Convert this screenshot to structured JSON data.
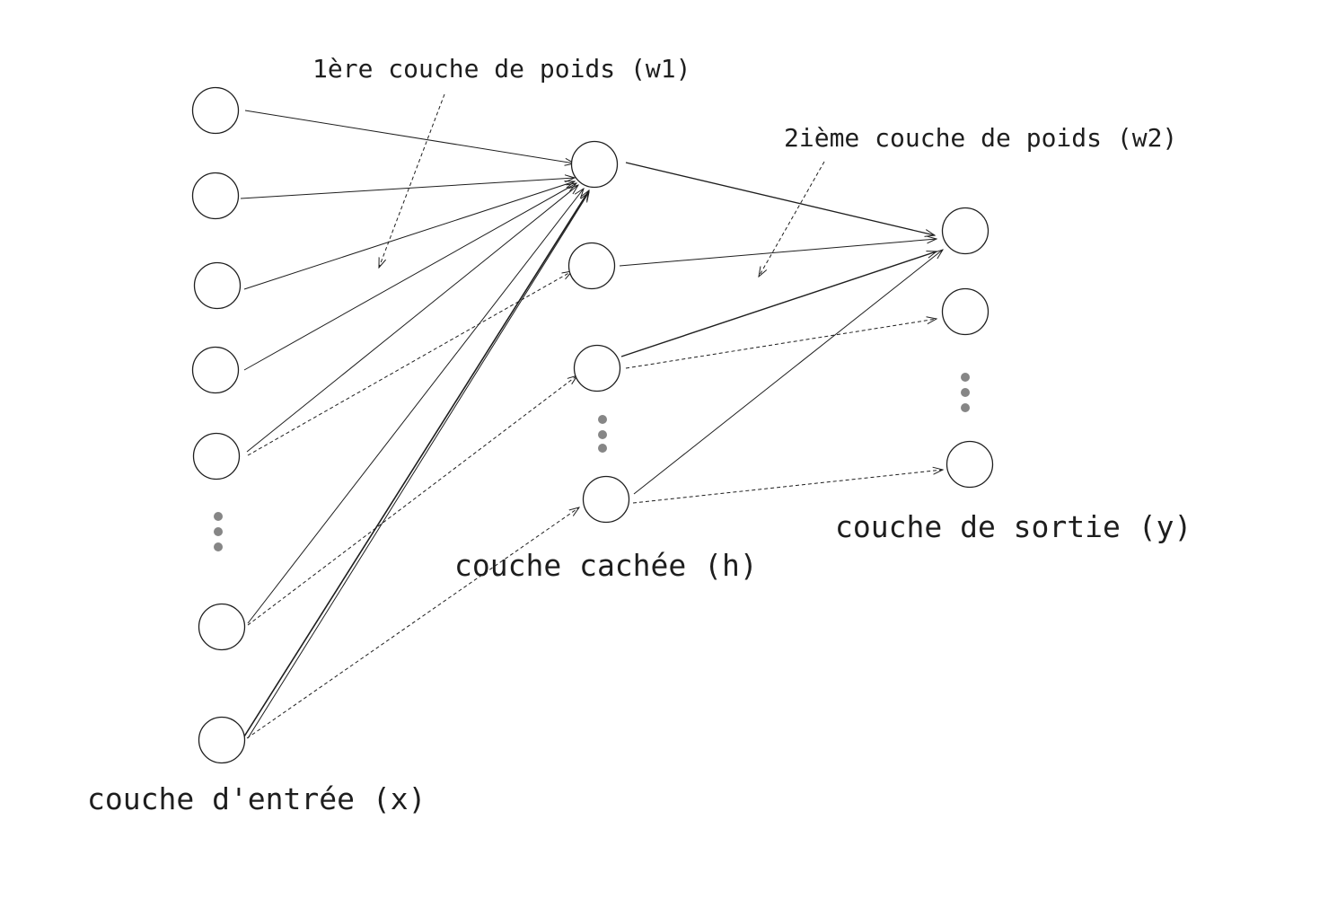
{
  "labels": {
    "weights1": "1ère couche de poids (w1)",
    "weights2": "2ième couche de poids (w2)",
    "input_layer": "couche d'entrée (x)",
    "hidden_layer": "couche cachée (h)",
    "output_layer": "couche de sortie (y)"
  },
  "colors": {
    "stroke": "#1e1e1e",
    "dots": "#868686"
  }
}
